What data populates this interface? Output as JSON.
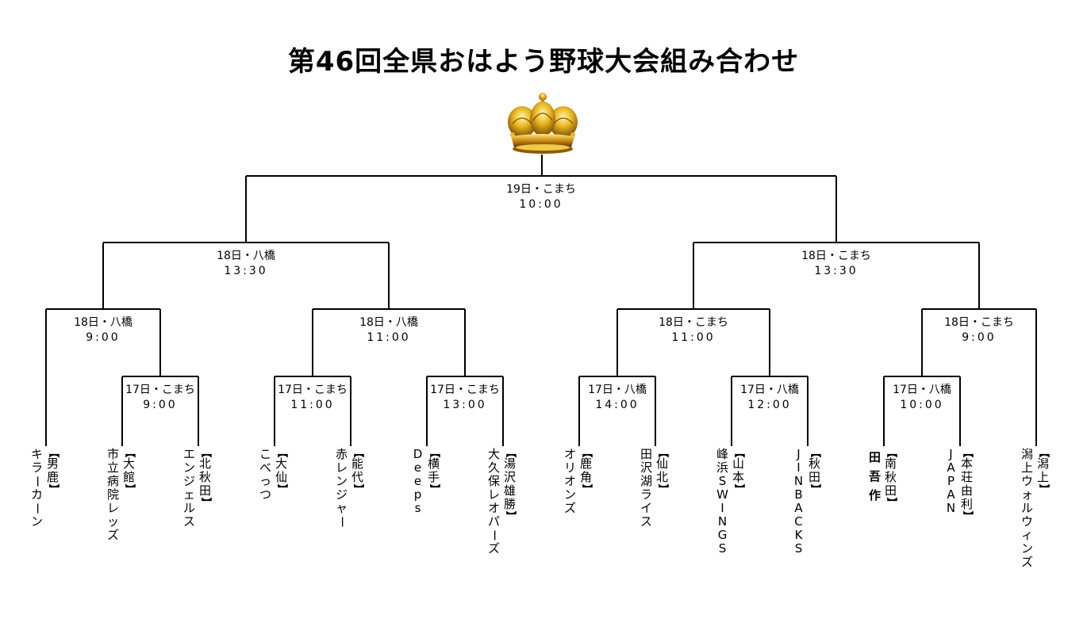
{
  "title": "第46回全県おはよう野球大会組み合わせ",
  "crown_icon": "crown-icon",
  "final": {
    "date": "19日・こまち",
    "time": "10:00"
  },
  "semifinals": [
    {
      "date": "18日・八橋",
      "time": "13:30"
    },
    {
      "date": "18日・こまち",
      "time": "13:30"
    }
  ],
  "quarterfinals": [
    {
      "date": "18日・八橋",
      "time": "9:00"
    },
    {
      "date": "18日・八橋",
      "time": "11:00"
    },
    {
      "date": "18日・こまち",
      "time": "11:00"
    },
    {
      "date": "18日・こまち",
      "time": "9:00"
    }
  ],
  "round1": [
    {
      "date": "17日・こまち",
      "time": "9:00"
    },
    {
      "date": "17日・こまち",
      "time": "11:00"
    },
    {
      "date": "17日・こまち",
      "time": "13:00"
    },
    {
      "date": "17日・八橋",
      "time": "14:00"
    },
    {
      "date": "17日・八橋",
      "time": "12:00"
    },
    {
      "date": "17日・八橋",
      "time": "10:00"
    }
  ],
  "teams": [
    {
      "region": "男鹿",
      "name": "キラーカーン"
    },
    {
      "region": "大館",
      "name": "市立病院レッズ"
    },
    {
      "region": "北秋田",
      "name": "エンジェルス"
    },
    {
      "region": "大仙",
      "name": "こべっつ"
    },
    {
      "region": "能代",
      "name": "赤レンジャー"
    },
    {
      "region": "横手",
      "name": "Deeps"
    },
    {
      "region": "湯沢雄勝",
      "name": "大久保レオパーズ"
    },
    {
      "region": "鹿角",
      "name": "オリオンズ"
    },
    {
      "region": "仙北",
      "name": "田沢湖ライス"
    },
    {
      "region": "山本",
      "name": "峰浜SWINGS"
    },
    {
      "region": "秋田",
      "name": "JINBACKS"
    },
    {
      "region": "南秋田",
      "name": "田吾作"
    },
    {
      "region": "本荘由利",
      "name": "JAPAN"
    },
    {
      "region": "潟上",
      "name": "潟上ウォルウィンズ"
    }
  ]
}
